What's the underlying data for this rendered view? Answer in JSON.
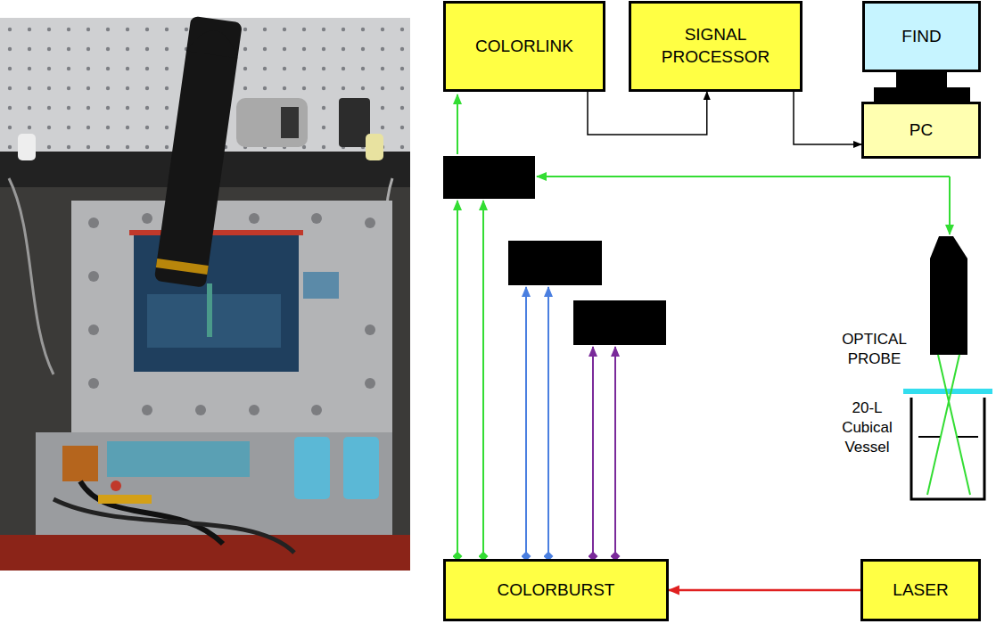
{
  "diagram": {
    "nodes": [
      {
        "text": [
          "COLORLINK"
        ]
      },
      {
        "text": [
          "SIGNAL PROCESSOR"
        ]
      },
      {
        "text": [
          "FIND"
        ]
      },
      {
        "text": [
          "PC"
        ]
      },
      {
        "text": [
          "COLORBURST"
        ]
      },
      {
        "text": [
          "LASER"
        ]
      }
    ],
    "edges": [
      {
        "from": 0,
        "to": 1,
        "arrow": "to"
      },
      {
        "from": 1,
        "to": 3,
        "arrow": "to"
      },
      {
        "from": 5,
        "to": 4,
        "arrow": "to"
      }
    ],
    "labels": [
      "OPTICAL PROBE",
      "20-L Cubical Vessel"
    ]
  }
}
